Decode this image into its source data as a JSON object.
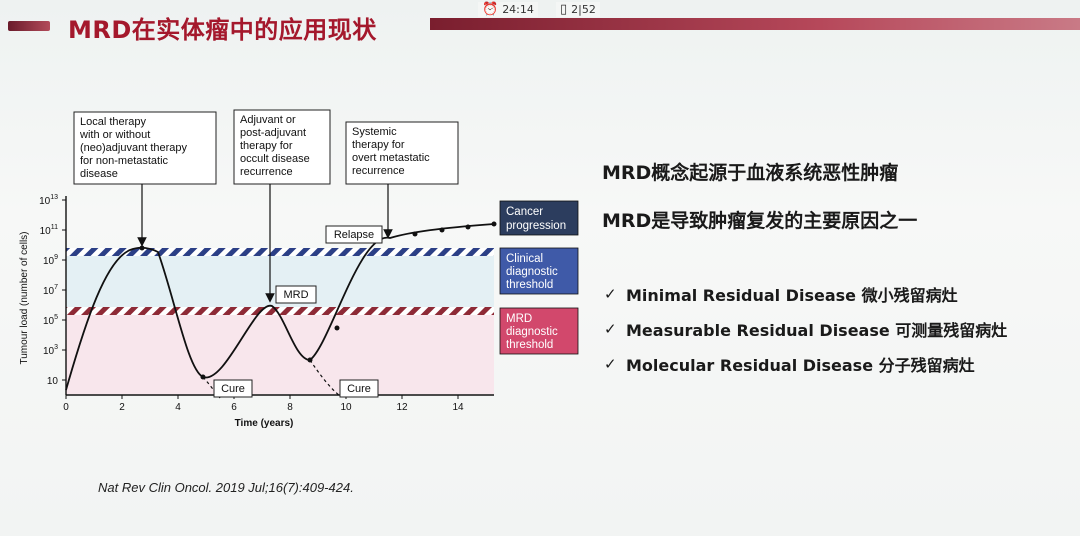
{
  "header": {
    "title": "MRD在实体瘤中的应用现状",
    "clock": "24:14",
    "page": "2|52"
  },
  "diagram": {
    "boxes": [
      {
        "lines": [
          "Local therapy",
          "with or without",
          "(neo)adjuvant therapy",
          "for non-metastatic",
          "disease"
        ]
      },
      {
        "lines": [
          "Adjuvant or",
          "post-adjuvant",
          "therapy for",
          "occult disease",
          "recurrence"
        ]
      },
      {
        "lines": [
          "Systemic",
          "therapy for",
          "overt metastatic",
          "recurrence"
        ]
      }
    ],
    "labels": {
      "mrd": "MRD",
      "relapse": "Relapse",
      "cure1": "Cure",
      "cure2": "Cure"
    },
    "legend": [
      {
        "lines": [
          "Cancer",
          "progression"
        ],
        "color": "#2c3d5e"
      },
      {
        "lines": [
          "Clinical",
          "diagnostic",
          "threshold"
        ],
        "color": "#3f5aa8"
      },
      {
        "lines": [
          "MRD",
          "diagnostic",
          "threshold"
        ],
        "color": "#d2486c"
      }
    ],
    "ylabel": "Tumour load (number of cells)",
    "xlabel": "Time (years)",
    "xticks": [
      "0",
      "2",
      "4",
      "6",
      "8",
      "10",
      "12",
      "14"
    ],
    "yticks": [
      {
        "base": "10",
        "exp": "13"
      },
      {
        "base": "10",
        "exp": "11"
      },
      {
        "base": "10",
        "exp": "9"
      },
      {
        "base": "10",
        "exp": "7"
      },
      {
        "base": "10",
        "exp": "5"
      },
      {
        "base": "10",
        "exp": "3"
      },
      {
        "base": "10",
        "exp": ""
      }
    ]
  },
  "points": [
    "MRD概念起源于血液系统恶性肿瘤",
    "MRD是导致肿瘤复发的主要原因之一"
  ],
  "bullets": [
    {
      "mark": "✓",
      "text": "Minimal Residual Disease 微小残留病灶"
    },
    {
      "mark": "✓",
      "text": "Measurable Residual Disease 可测量残留病灶"
    },
    {
      "mark": "✓",
      "text": "Molecular Residual Disease 分子残留病灶"
    }
  ],
  "citation": "Nat Rev Clin Oncol. 2019 Jul;16(7):409-424."
}
